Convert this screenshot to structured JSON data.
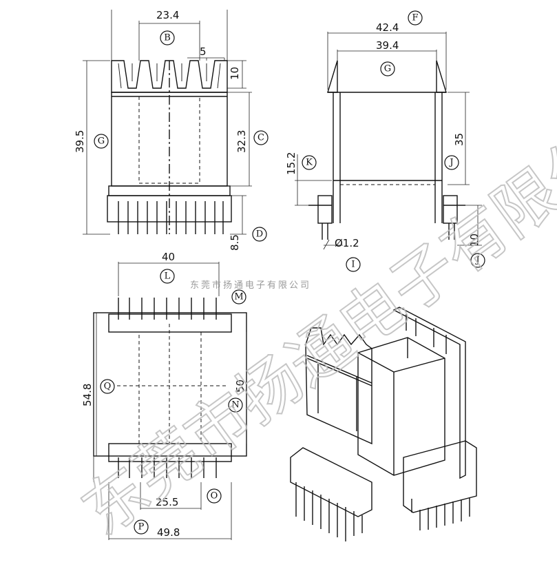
{
  "top_view": {
    "dim_slot_width": "23.4",
    "dim_tooth": "5",
    "dim_flange": "10",
    "dim_total_height": "39.5",
    "dim_winding_height": "32.3",
    "dim_pin_length": "8.5",
    "tag_b": "B",
    "tag_c": "C",
    "tag_g": "G",
    "tag_d": "D"
  },
  "side_view": {
    "dim_outer_width": "42.4",
    "dim_inner_width": "39.4",
    "dim_height": "35",
    "dim_pin_offset": "15.2",
    "dim_pin_diameter": "Ø1.2",
    "dim_pin_length": "10",
    "tag_f": "F",
    "tag_g": "G",
    "tag_k": "K",
    "tag_j": "J",
    "tag_i": "I",
    "tag_j2": "J"
  },
  "bottom_view": {
    "dim_pin_span": "40",
    "dim_length": "54.8",
    "dim_inner_length": "50",
    "dim_core_width": "25.5",
    "dim_total_width": "49.8",
    "tag_l": "L",
    "tag_m": "M",
    "tag_q": "Q",
    "tag_n": "N",
    "tag_o": "O",
    "tag_p": "P"
  },
  "watermark": {
    "large_text": "东莞市扬通电子有限公司",
    "small_text": "东莞市扬通电子有限公司"
  }
}
